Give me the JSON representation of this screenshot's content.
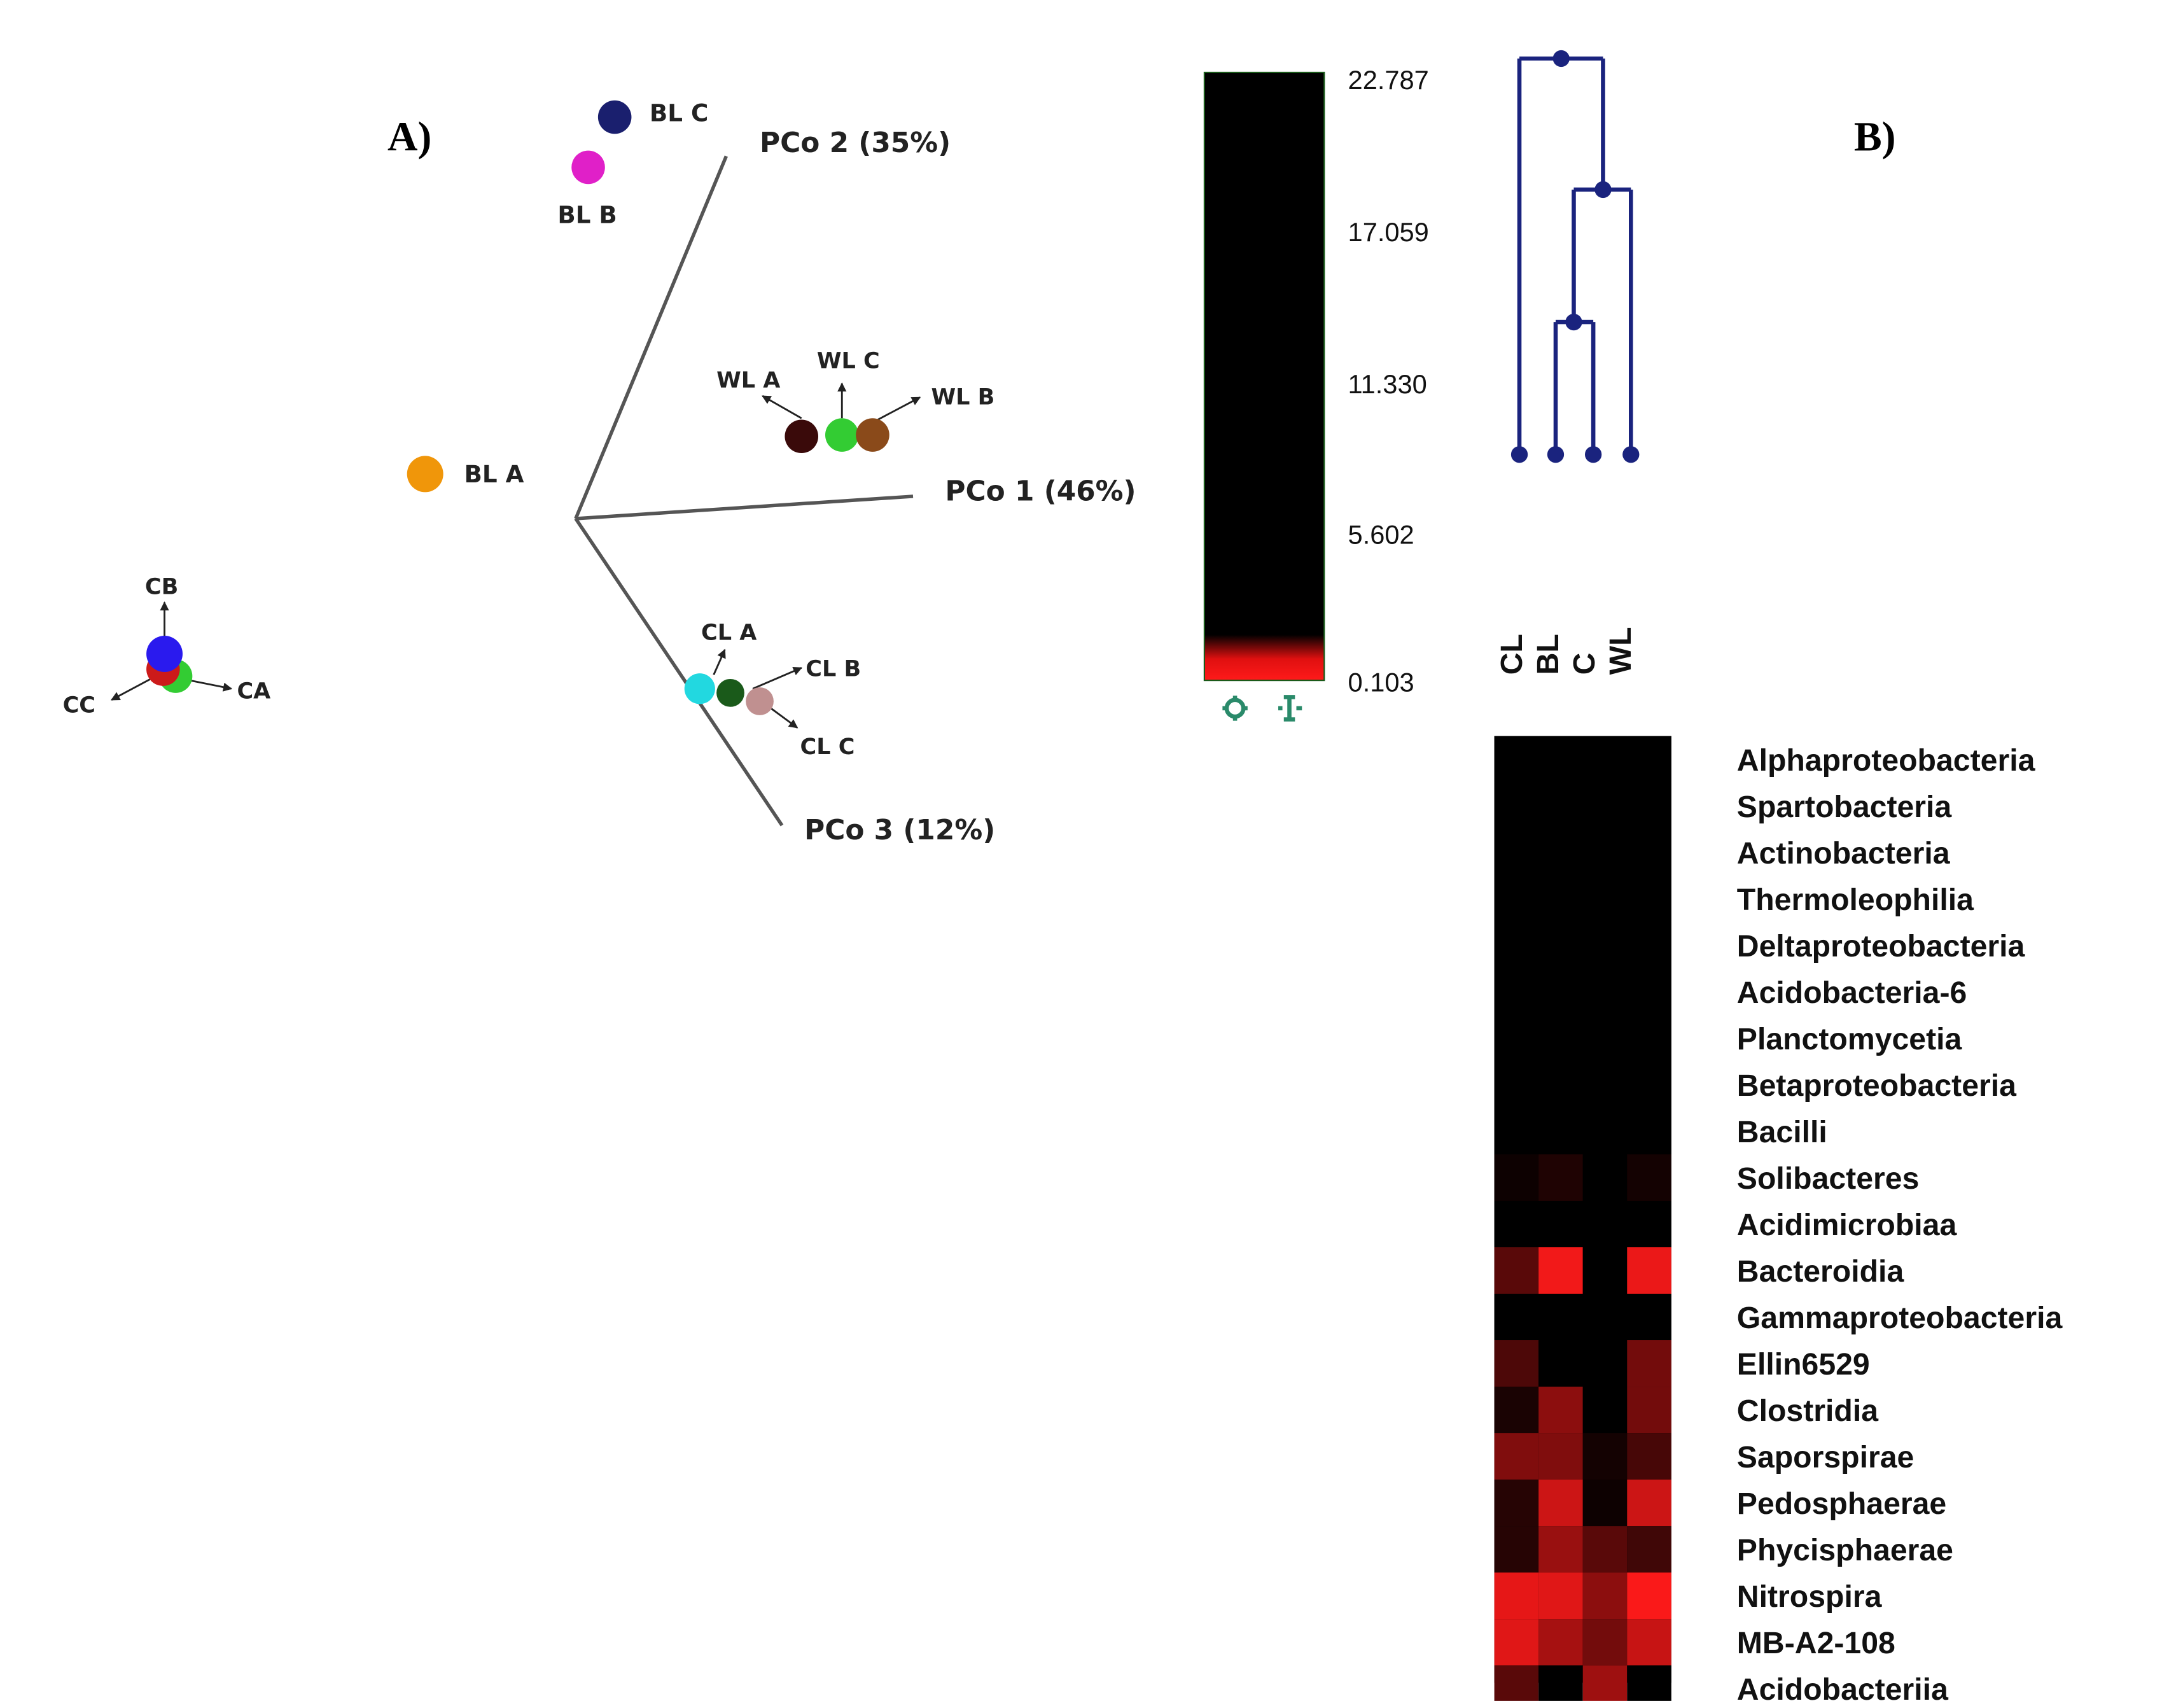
{
  "panel_a_label": "A)",
  "panel_b_label": "B)",
  "chart_data": [
    {
      "type": "scatter",
      "title": "",
      "axes": [
        "PCo 1 (46%)",
        "PCo 2 (35%)",
        "PCo 3 (12%)"
      ],
      "points": [
        {
          "label": "BL C",
          "color": "#1a1f6e"
        },
        {
          "label": "BL B",
          "color": "#e020c8"
        },
        {
          "label": "BL A",
          "color": "#f0960a"
        },
        {
          "label": "WL A",
          "color": "#3a0a0a"
        },
        {
          "label": "WL C",
          "color": "#33cc33"
        },
        {
          "label": "WL B",
          "color": "#8a4a1a"
        },
        {
          "label": "CL A",
          "color": "#22d8e0"
        },
        {
          "label": "CL B",
          "color": "#1a5a1a"
        },
        {
          "label": "CL C",
          "color": "#c09090"
        }
      ],
      "legend_glyph": {
        "labels": [
          "CB",
          "CC",
          "CA"
        ],
        "colors": [
          "#2a1aee",
          "#cc1a1a",
          "#33cc33"
        ]
      }
    },
    {
      "type": "heatmap",
      "color_scale": {
        "ticks": [
          "22.787",
          "17.059",
          "11.330",
          "5.602",
          "0.103"
        ],
        "low_color": "#ff1a1a",
        "high_color": "#000000"
      },
      "columns": [
        "CL",
        "BL",
        "C",
        "WL"
      ],
      "rows": [
        "Alphaproteobacteria",
        "Spartobacteria",
        "Actinobacteria",
        "Thermoleophilia",
        "Deltaproteobacteria",
        "Acidobacteria-6",
        "Planctomycetia",
        "Betaproteobacteria",
        "Bacilli",
        "Solibacteres",
        "Acidimicrobiaa",
        "Bacteroidia",
        "Gammaproteobacteria",
        "Ellin6529",
        "Clostridia",
        "Saporspirae",
        "Pedosphaerae",
        "Phycisphaerae",
        "Nitrospira",
        "MB-A2-108",
        "Acidobacteriia"
      ],
      "intensity": [
        [
          0.0,
          0.0,
          0.0,
          0.0
        ],
        [
          0.0,
          0.0,
          0.0,
          0.0
        ],
        [
          0.0,
          0.0,
          0.0,
          0.0
        ],
        [
          0.0,
          0.0,
          0.0,
          0.0
        ],
        [
          0.0,
          0.0,
          0.0,
          0.0
        ],
        [
          0.0,
          0.0,
          0.0,
          0.0
        ],
        [
          0.0,
          0.0,
          0.0,
          0.0
        ],
        [
          0.0,
          0.0,
          0.0,
          0.0
        ],
        [
          0.0,
          0.0,
          0.0,
          0.0
        ],
        [
          0.05,
          0.12,
          0.0,
          0.08
        ],
        [
          0.0,
          0.0,
          0.0,
          0.0
        ],
        [
          0.35,
          0.95,
          0.0,
          0.92
        ],
        [
          0.0,
          0.0,
          0.0,
          0.0
        ],
        [
          0.3,
          0.0,
          0.0,
          0.45
        ],
        [
          0.1,
          0.55,
          0.0,
          0.45
        ],
        [
          0.5,
          0.5,
          0.08,
          0.28
        ],
        [
          0.15,
          0.8,
          0.05,
          0.8
        ],
        [
          0.15,
          0.6,
          0.35,
          0.25
        ],
        [
          0.9,
          0.88,
          0.55,
          0.98
        ],
        [
          0.88,
          0.65,
          0.45,
          0.78
        ],
        [
          0.35,
          0.0,
          0.62,
          0.0
        ]
      ]
    }
  ]
}
